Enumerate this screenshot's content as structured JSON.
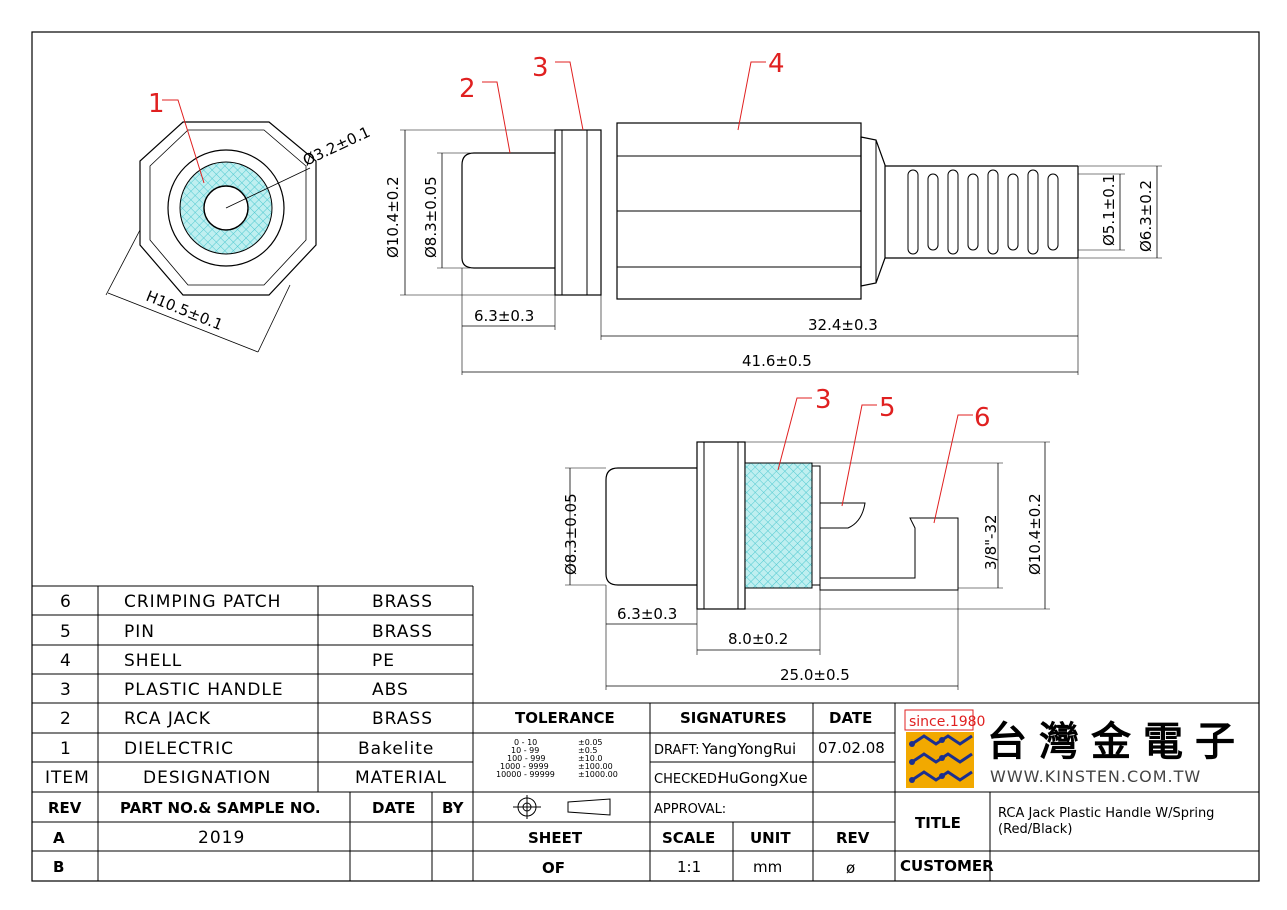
{
  "drawing": {
    "leaders": [
      "1",
      "2",
      "3",
      "4",
      "3",
      "5",
      "6"
    ],
    "front_view": {
      "dia": "Ø3.2±0.1",
      "hex": "H10.5±0.1"
    },
    "side_view": {
      "d1": "Ø10.4±0.2",
      "d2": "Ø8.3±0.05",
      "d3": "Ø5.1±0.1",
      "d4": "Ø6.3±0.2",
      "len1": "6.3±0.3",
      "len2": "32.4±0.3",
      "len3": "41.6±0.5"
    },
    "detail_view": {
      "d1": "Ø8.3±0.05",
      "d2": "3/8\"-32",
      "d3": "Ø10.4±0.2",
      "len1": "6.3±0.3",
      "len2": "8.0±0.2",
      "len3": "25.0±0.5"
    }
  },
  "bom": {
    "rows": [
      {
        "item": "6",
        "designation": "CRIMPING  PATCH",
        "material": "BRASS"
      },
      {
        "item": "5",
        "designation": "PIN",
        "material": "BRASS"
      },
      {
        "item": "4",
        "designation": "SHELL",
        "material": "PE"
      },
      {
        "item": "3",
        "designation": "PLASTIC  HANDLE",
        "material": "ABS"
      },
      {
        "item": "2",
        "designation": "RCA  JACK",
        "material": "BRASS"
      },
      {
        "item": "1",
        "designation": "DIELECTRIC",
        "material": "Bakelite"
      }
    ],
    "header": {
      "item": "ITEM",
      "designation": "DESIGNATION",
      "material": "MATERIAL"
    }
  },
  "revisions": {
    "header": {
      "rev": "REV",
      "part": "PART NO.& SAMPLE NO.",
      "date": "DATE",
      "by": "BY"
    },
    "rows": [
      {
        "rev": "A",
        "part": "2019"
      },
      {
        "rev": "B",
        "part": ""
      }
    ]
  },
  "tolerance": {
    "label": "TOLERANCE",
    "rows": [
      {
        "range": "0 - 10",
        "tol": "±0.05"
      },
      {
        "range": "10 - 99",
        "tol": "±0.5"
      },
      {
        "range": "100 - 999",
        "tol": "±10.0"
      },
      {
        "range": "1000 - 9999",
        "tol": "±100.00"
      },
      {
        "range": "10000 - 99999",
        "tol": "±1000.00"
      }
    ]
  },
  "signatures": {
    "label": "SIGNATURES",
    "date_label": "DATE",
    "draft_label": "DRAFT:",
    "draft": "YangYongRui",
    "draft_date": "07.02.08",
    "checked_label": "CHECKED:",
    "checked": "HuGongXue",
    "approval_label": "APPROVAL:"
  },
  "sheet": {
    "sheet_label": "SHEET",
    "of_label": "OF",
    "scale_label": "SCALE",
    "scale": "1:1",
    "unit_label": "UNIT",
    "unit": "mm",
    "rev_label": "REV",
    "rev": "ø"
  },
  "company": {
    "since": "since.1980",
    "name": "台灣金電子",
    "url": "WWW.KINSTEN.COM.TW"
  },
  "title_block": {
    "title_label": "TITLE",
    "title_line1": "RCA Jack Plastic Handle W/Spring",
    "title_line2": "(Red/Black)",
    "customer_label": "CUSTOMER",
    "customer": ""
  }
}
